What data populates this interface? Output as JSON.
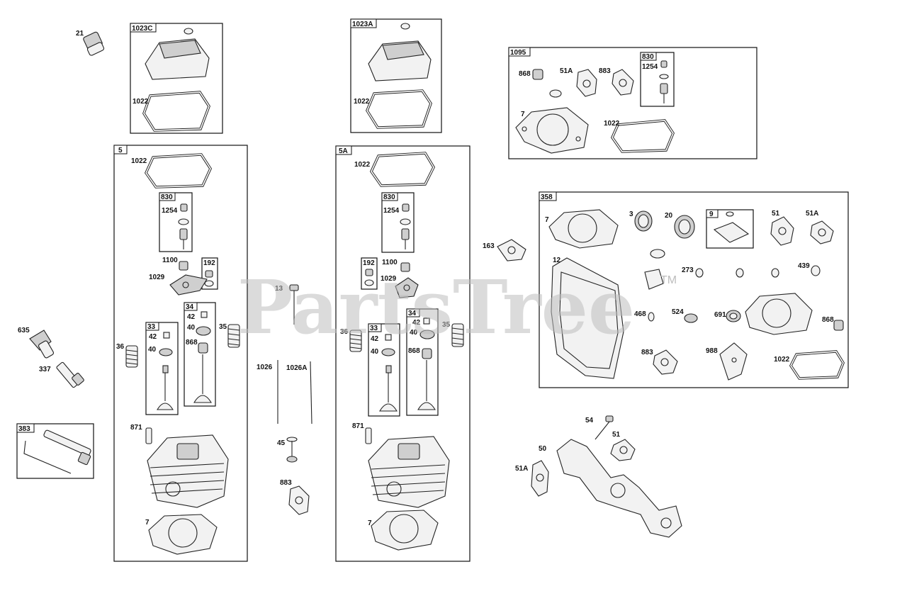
{
  "watermark": {
    "text": "PartsTree",
    "tm": "TM"
  },
  "groups": {
    "g1023C": "1023C",
    "g1023A": "1023A",
    "g1095": "1095",
    "g830": "830",
    "g5": "5",
    "g5A": "5A",
    "g358": "358",
    "g383": "383",
    "g9": "9",
    "g192": "192",
    "g33": "33",
    "g34": "34"
  },
  "parts": {
    "p21": "21",
    "p1022": "1022",
    "p868": "868",
    "p51A": "51A",
    "p883": "883",
    "p1254": "1254",
    "p7": "7",
    "p1100": "1100",
    "p1029": "1029",
    "p42": "42",
    "p40": "40",
    "p36": "36",
    "p35": "35",
    "p871": "871",
    "p635": "635",
    "p337": "337",
    "p13": "13",
    "p1026": "1026",
    "p1026A": "1026A",
    "p45": "45",
    "p163": "163",
    "p3": "3",
    "p20": "20",
    "p51": "51",
    "p12": "12",
    "p273": "273",
    "p439": "439",
    "p468": "468",
    "p524": "524",
    "p691": "691",
    "p988": "988",
    "p54": "54",
    "p50": "50"
  },
  "colors": {
    "line": "#111111",
    "watermark": "#bdbdbd"
  }
}
